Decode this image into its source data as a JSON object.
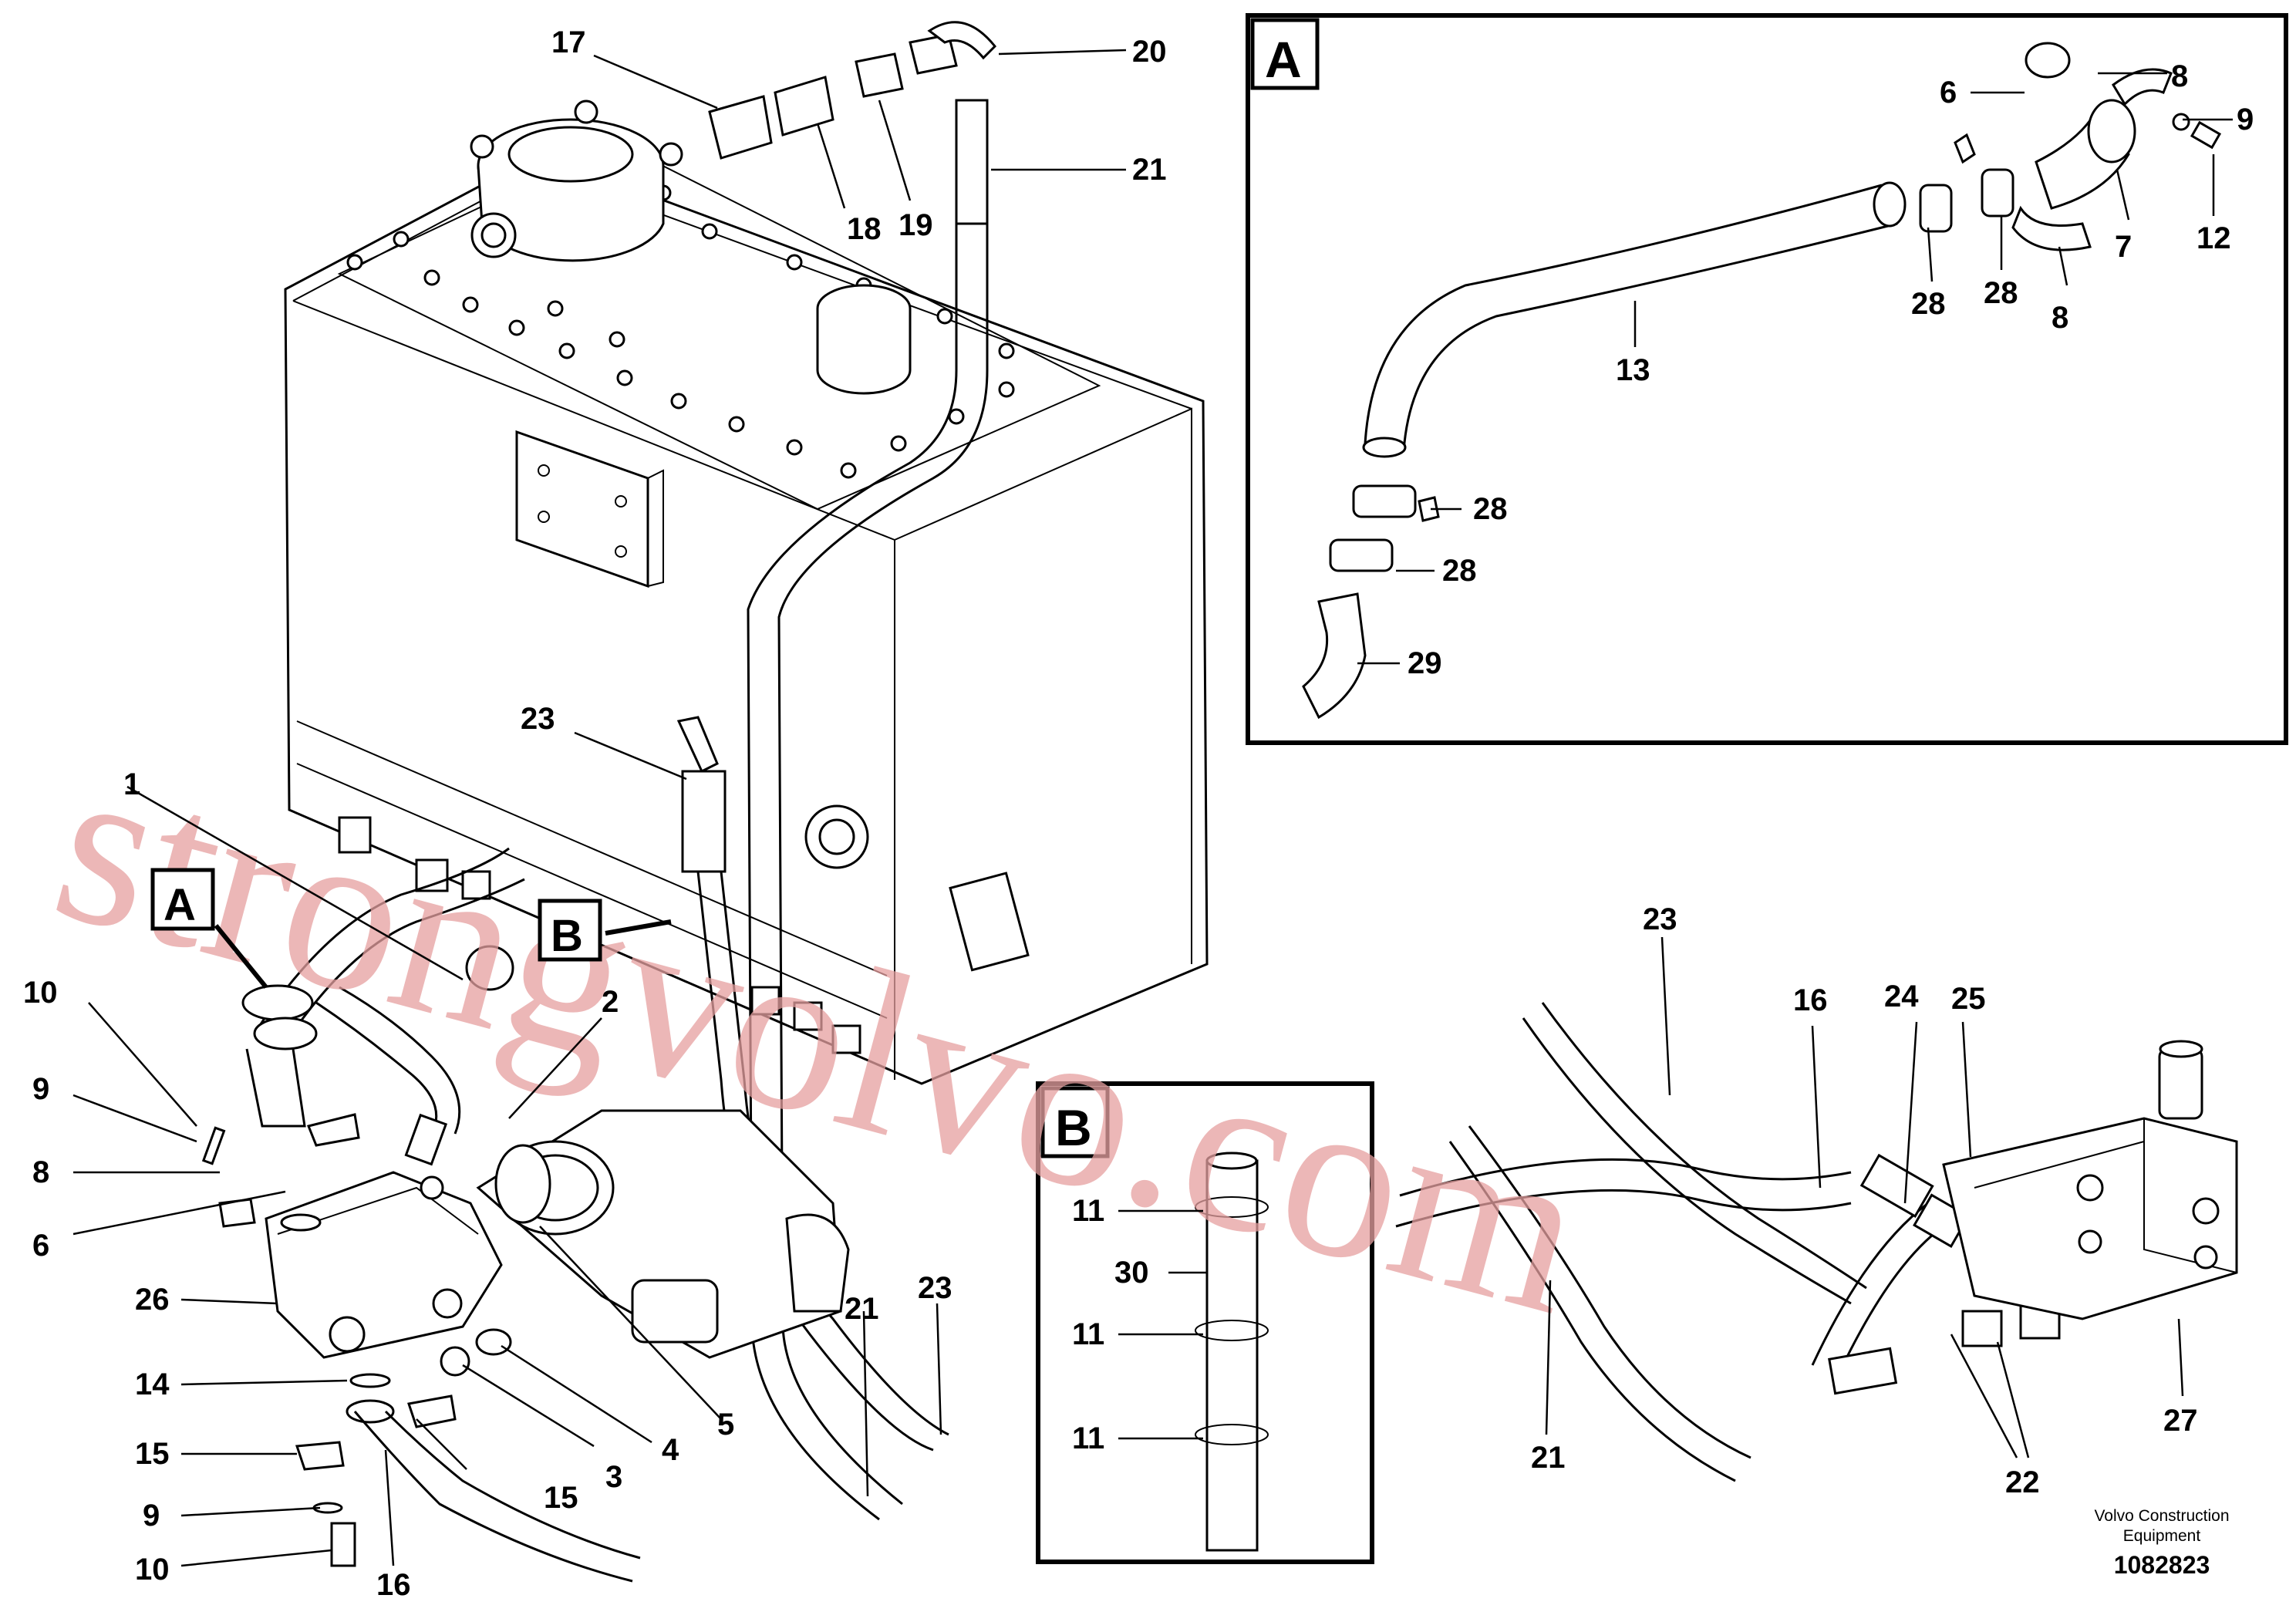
{
  "watermark": "strongvolvo.com",
  "publisher": {
    "line1": "Volvo Construction",
    "line2": "Equipment"
  },
  "document_number": "1082823",
  "detail_boxes": {
    "a": "A",
    "b": "B"
  },
  "main_view": {
    "callouts": [
      "17",
      "20",
      "21",
      "18",
      "19",
      "23",
      "1",
      "2",
      "10",
      "9",
      "8",
      "6",
      "26",
      "14",
      "15",
      "15",
      "9",
      "10",
      "16",
      "3",
      "4",
      "5",
      "21",
      "23"
    ],
    "section_markers": [
      "A",
      "B"
    ]
  },
  "detail_a": {
    "callouts": [
      "6",
      "8",
      "9",
      "12",
      "7",
      "8",
      "28",
      "28",
      "13",
      "28",
      "28",
      "29"
    ]
  },
  "detail_b": {
    "callouts": [
      "11",
      "30",
      "11",
      "11"
    ]
  },
  "valve_view": {
    "callouts": [
      "23",
      "16",
      "24",
      "25",
      "27",
      "21",
      "22"
    ]
  }
}
